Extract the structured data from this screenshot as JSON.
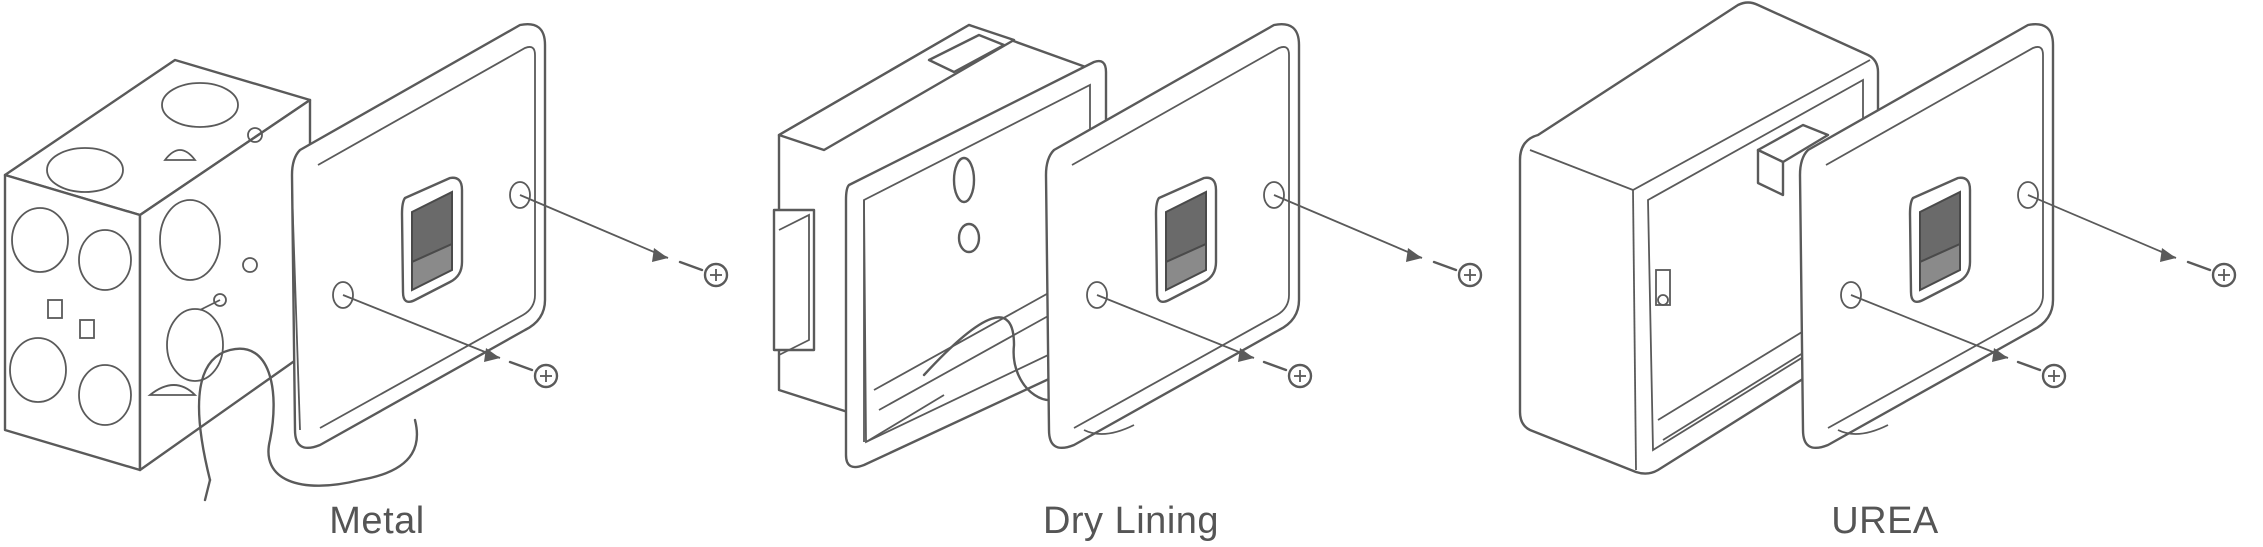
{
  "panels": [
    {
      "id": "metal",
      "label": "Metal",
      "box_type": "metal-back-box"
    },
    {
      "id": "dry-lining",
      "label": "Dry Lining",
      "box_type": "dry-lining-box"
    },
    {
      "id": "urea",
      "label": "UREA",
      "box_type": "surface-box"
    }
  ],
  "colors": {
    "line": "#5a5a5a",
    "text": "#555555",
    "background": "#ffffff"
  }
}
